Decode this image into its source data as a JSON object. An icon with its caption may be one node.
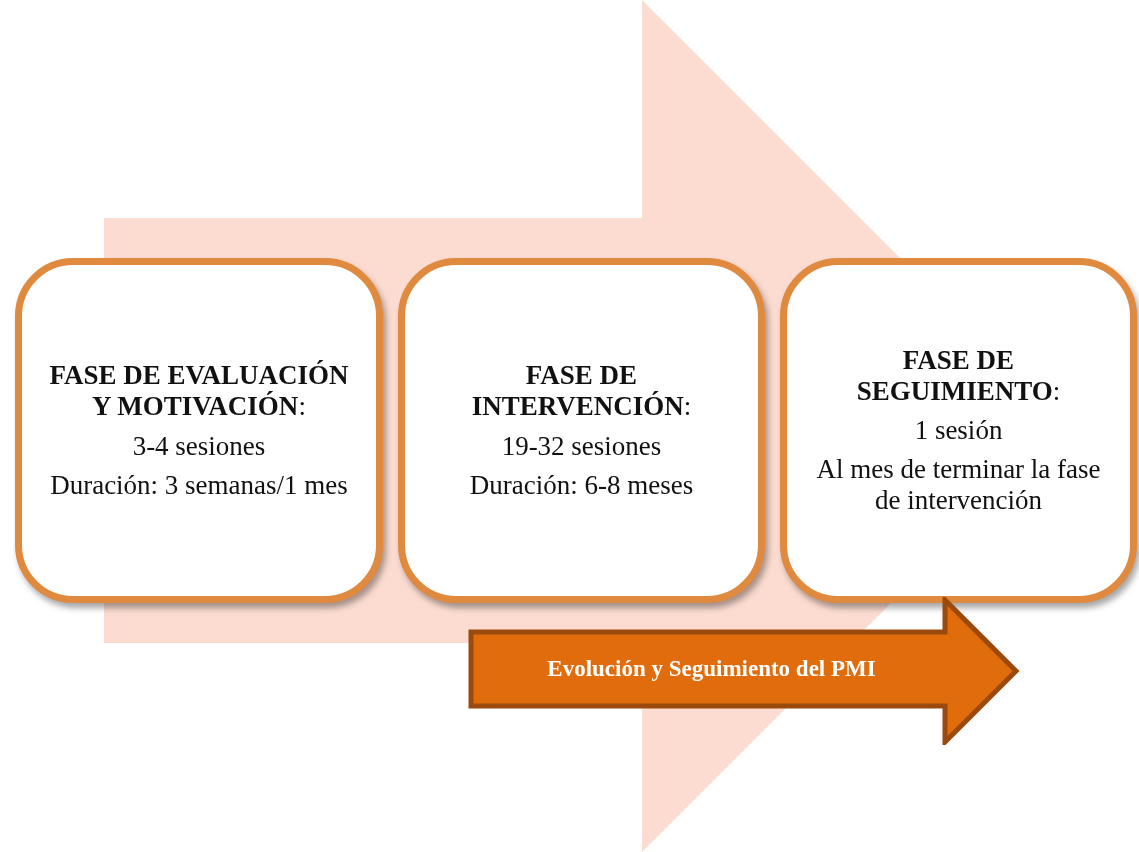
{
  "diagram": {
    "nodes": [
      {
        "text": [
          "**FASE DE EVALUACIÓN Y MOTIVACIÓN**:",
          "3-4 sesiones",
          "Duración: 3 semanas/1 mes"
        ]
      },
      {
        "text": [
          "**FASE DE INTERVENCIÓN**:",
          "19-32 sesiones",
          "Duración: 6-8 meses"
        ]
      },
      {
        "text": [
          "**FASE DE SEGUIMIENTO**:",
          "1 sesión",
          "Al mes de terminar la fase de intervención"
        ]
      },
      {
        "text": [
          "Evolución y Seguimiento del PMI"
        ]
      }
    ],
    "edges": [
      {
        "from": 0,
        "to": 2,
        "arrow": "to"
      }
    ]
  }
}
